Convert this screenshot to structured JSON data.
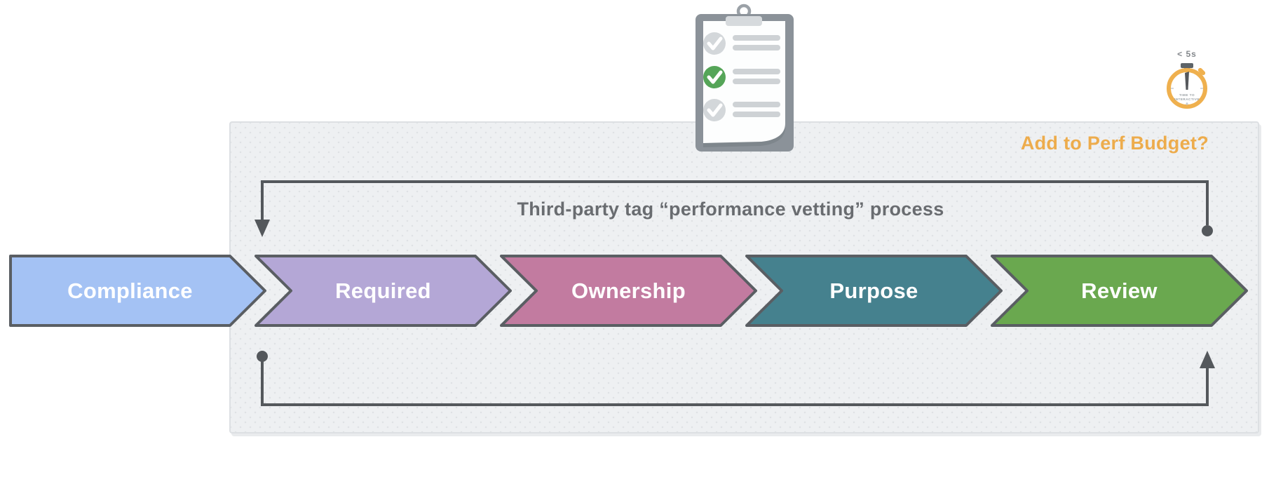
{
  "diagram": {
    "title": "Third-party tag “performance vetting” process",
    "perf_budget_question": "Add to Perf Budget?"
  },
  "timer": {
    "caption": "< 5s",
    "dial_line1": "TIME TO",
    "dial_line2": "INTERACTIVE"
  },
  "steps": [
    {
      "label": "Compliance",
      "color": "#a4c2f4"
    },
    {
      "label": "Required",
      "color": "#b4a7d6"
    },
    {
      "label": "Ownership",
      "color": "#c27ba0"
    },
    {
      "label": "Purpose",
      "color": "#45818e"
    },
    {
      "label": "Review",
      "color": "#6aa84f"
    }
  ],
  "colors": {
    "accent_orange": "#edac4c",
    "connector_gray": "#54585c",
    "chevron_outline": "#5a5e63",
    "title_gray": "#696c70",
    "check_green": "#55a558",
    "panel_background": "#eef0f2",
    "clipboard_gray": "#8b9299"
  }
}
